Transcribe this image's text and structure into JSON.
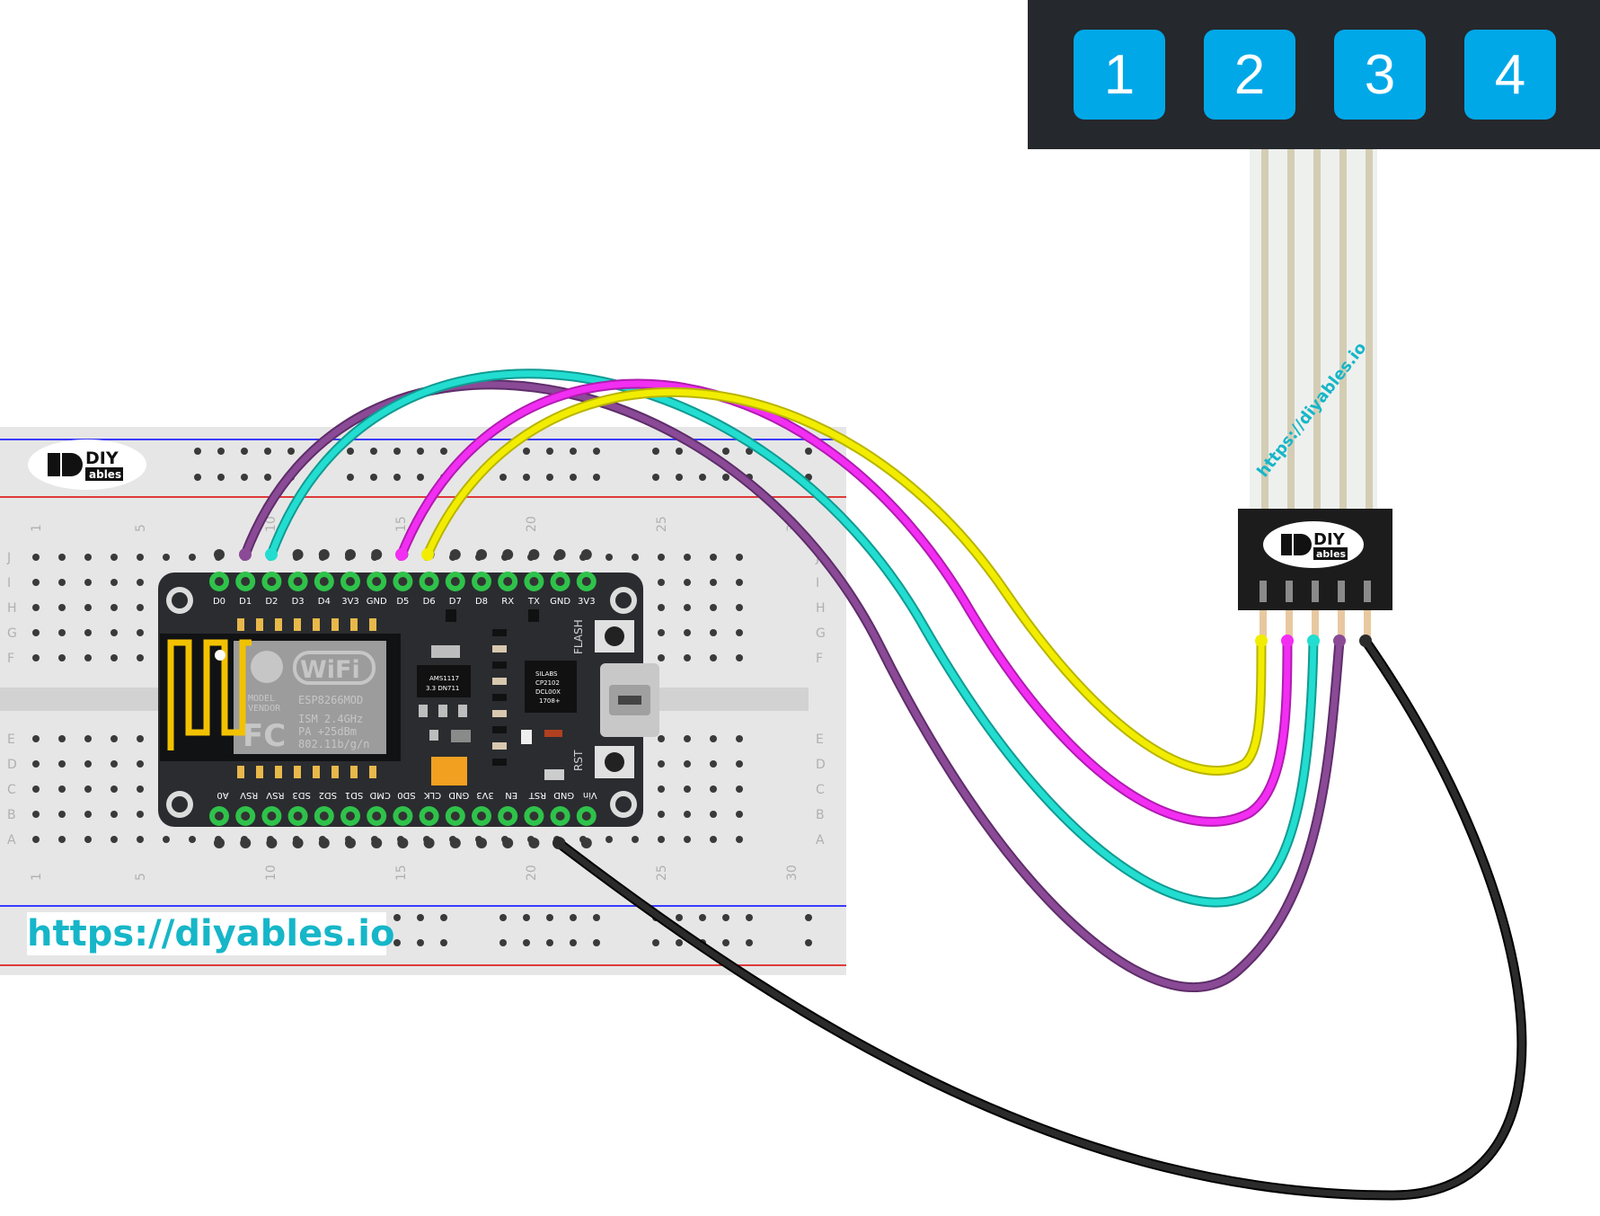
{
  "keypad": {
    "keys": [
      "1",
      "2",
      "3",
      "4"
    ],
    "key_color": "#00a8e8",
    "body_color": "#25282c"
  },
  "breadboard": {
    "row_letters_top": [
      "J",
      "I",
      "H",
      "G",
      "F"
    ],
    "row_letters_bottom": [
      "E",
      "D",
      "C",
      "B",
      "A"
    ],
    "column_numbers": [
      "1",
      "5",
      "10",
      "15",
      "20",
      "25",
      "30"
    ]
  },
  "board": {
    "top_pins": [
      "D0",
      "D1",
      "D2",
      "D3",
      "D4",
      "3V3",
      "GND",
      "D5",
      "D6",
      "D7",
      "D8",
      "RX",
      "TX",
      "GND",
      "3V3"
    ],
    "bottom_pins": [
      "A0",
      "RSV",
      "RSV",
      "SD3",
      "SD2",
      "SD1",
      "CMD",
      "SD0",
      "CLK",
      "GND",
      "3V3",
      "EN",
      "RST",
      "GND",
      "Vin"
    ],
    "wifi_logo": "WiFi",
    "module_name": "ESP8266MOD",
    "model_label": "MODEL",
    "vendor_label": "VENDOR",
    "ism_label": "ISM 2.4GHz",
    "pa_label": "PA  +25dBm",
    "standard_label": "802.11b/g/n",
    "fc_label": "FC",
    "regulator_line1": "AMS1117",
    "regulator_line2": "3.3  DN711",
    "usb_chip_line1": "SILABS",
    "usb_chip_line2": "CP2102",
    "usb_chip_line3": "DCL00X",
    "usb_chip_line4": "1708+",
    "flash_label": "FLASH",
    "rst_label": "RST"
  },
  "logo": {
    "top": "DIY",
    "bottom": "ables"
  },
  "watermark": "https://diyables.io",
  "url_label": "https://diyables.io",
  "wire_colors": {
    "yellow": "#f2ec00",
    "magenta": "#f22ef2",
    "cyan": "#22ddd0",
    "purple": "#8a4a96",
    "black": "#1a1a1a"
  }
}
